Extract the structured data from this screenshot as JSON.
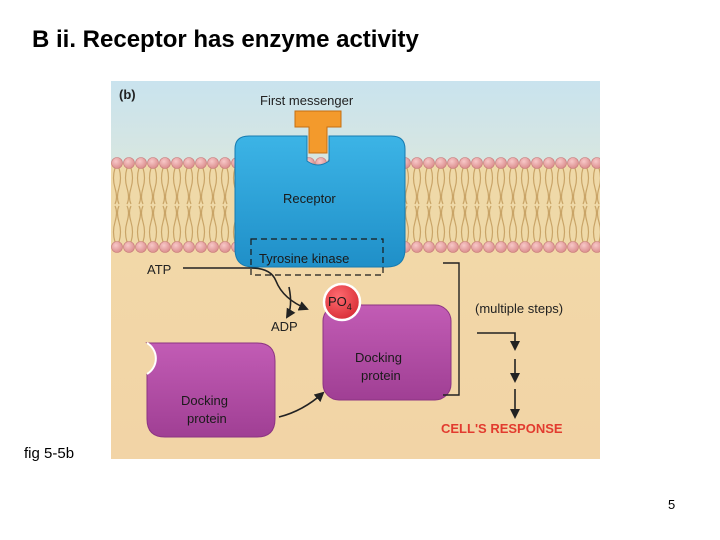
{
  "slide": {
    "title": "B ii. Receptor has enzyme activity",
    "caption": "fig 5-5b",
    "page_number": "5"
  },
  "figure": {
    "panel_label": "(b)",
    "first_messenger": "First messenger",
    "receptor": "Receptor",
    "kinase": "Tyrosine kinase",
    "atp": "ATP",
    "adp": "ADP",
    "phosphate": "PO",
    "phosphate_sub": "4",
    "docking_protein_left": [
      "Docking",
      "protein"
    ],
    "docking_protein_right": [
      "Docking",
      "protein"
    ],
    "steps": "(multiple steps)",
    "response": "CELL'S RESPONSE"
  },
  "colors": {
    "background": "#f2d8a8",
    "extracellular": "#c9e3ee",
    "membrane_heads": "#e8a0a0",
    "receptor": "#2aa4d8",
    "first_messenger": "#f39a2c",
    "docking_protein": "#b24aa5",
    "phosphate": "#e8383f",
    "response_text": "#e23b2f"
  }
}
